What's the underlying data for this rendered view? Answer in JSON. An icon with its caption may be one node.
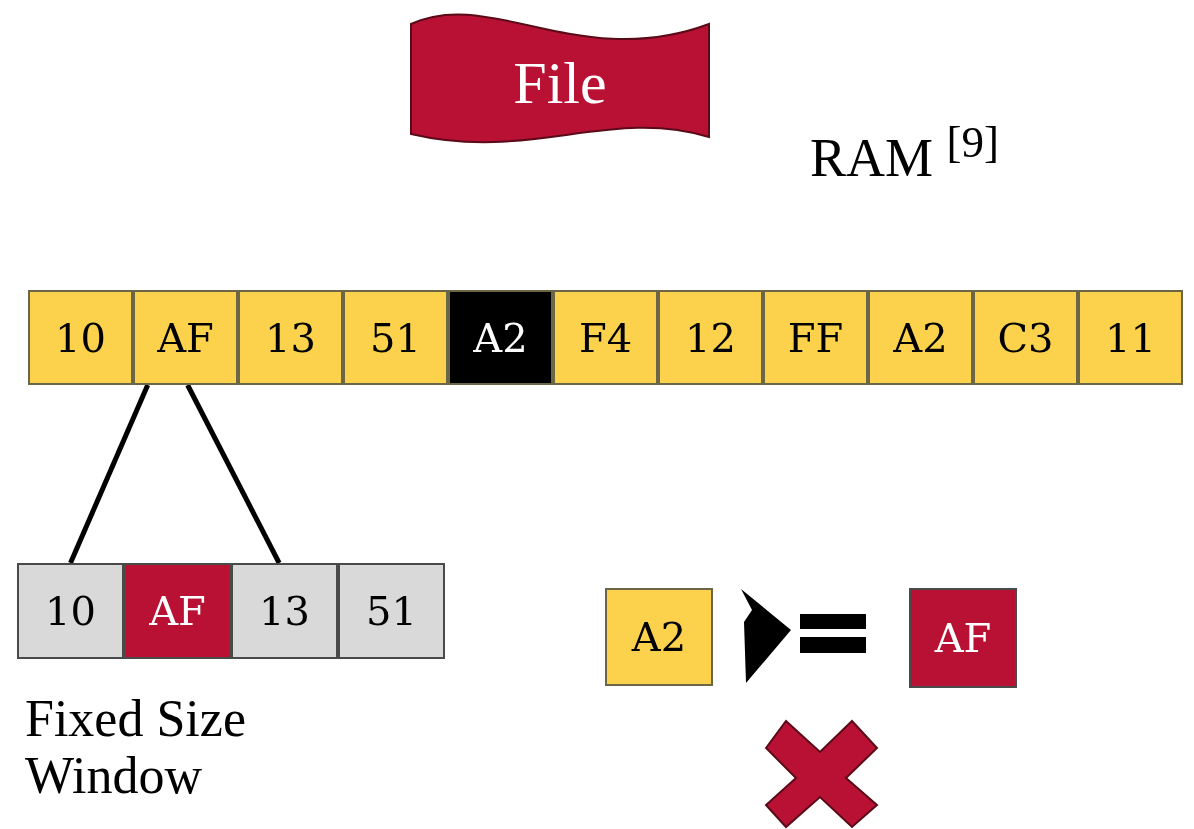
{
  "diagram": {
    "nodes": [
      {
        "text": [
          "File"
        ]
      },
      {
        "text": [
          "10"
        ]
      },
      {
        "text": [
          "AF"
        ]
      },
      {
        "text": [
          "13"
        ]
      },
      {
        "text": [
          "51"
        ]
      },
      {
        "text": [
          "A2"
        ]
      },
      {
        "text": [
          "F4"
        ]
      },
      {
        "text": [
          "12"
        ]
      },
      {
        "text": [
          "FF"
        ]
      },
      {
        "text": [
          "A2"
        ]
      },
      {
        "text": [
          "C3"
        ]
      },
      {
        "text": [
          "11"
        ]
      },
      {
        "text": [
          "10"
        ]
      },
      {
        "text": [
          "AF"
        ]
      },
      {
        "text": [
          "13"
        ]
      },
      {
        "text": [
          "51"
        ]
      },
      {
        "text": [
          "A2"
        ]
      },
      {
        "text": [
          "AF"
        ]
      }
    ],
    "edges": [
      {
        "from": 2,
        "to": 12,
        "arrow": "none"
      },
      {
        "from": 2,
        "to": 14,
        "arrow": "none"
      }
    ],
    "labels": [
      "RAM $^{[9]}$",
      "Fixed Size Window"
    ]
  }
}
